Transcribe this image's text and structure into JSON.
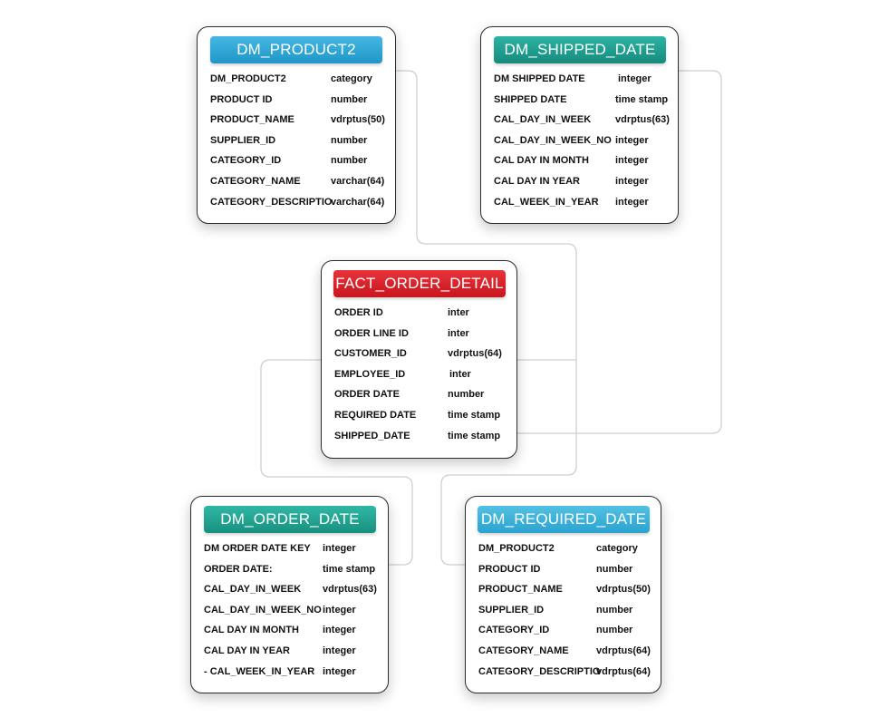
{
  "colors": {
    "fact_header": "#d9222b",
    "product_header": "#2aa0cf",
    "shipped_header": "#1e9c8e",
    "order_date_header": "#20a090",
    "required_header": "#39aed6",
    "connector": "#cfcfcf"
  },
  "tables": [
    {
      "id": "dm_product2",
      "title": "DM_PRODUCT2",
      "rows": [
        {
          "name": "DM_PRODUCT2",
          "type": "category"
        },
        {
          "name": "PRODUCT ID",
          "type": "number"
        },
        {
          "name": "PRODUCT_NAME",
          "type": "vdrptus(50)"
        },
        {
          "name": "SUPPLIER_ID",
          "type": "number"
        },
        {
          "name": "CATEGORY_ID",
          "type": "number"
        },
        {
          "name": "CATEGORY_NAME",
          "type": "varchar(64)"
        },
        {
          "name": "CATEGORY_DESCRIPTIO",
          "type": "varchar(64)"
        }
      ]
    },
    {
      "id": "dm_shipped_date",
      "title": "DM_SHIPPED_DATE",
      "rows": [
        {
          "name": "DM SHIPPED DATE",
          "type": "integer"
        },
        {
          "name": "SHIPPED DATE",
          "type": "time stamp"
        },
        {
          "name": "CAL_DAY_IN_WEEK",
          "type": "vdrptus(63)"
        },
        {
          "name": "CAL_DAY_IN_WEEK_NO",
          "type": "integer"
        },
        {
          "name": "CAL DAY IN MONTH",
          "type": "integer"
        },
        {
          "name": "CAL DAY IN YEAR",
          "type": "integer"
        },
        {
          "name": "CAL_WEEK_IN_YEAR",
          "type": "integer"
        }
      ]
    },
    {
      "id": "fact_order_detail",
      "title": "FACT_ORDER_DETAIL",
      "rows": [
        {
          "name": "ORDER ID",
          "type": "inter"
        },
        {
          "name": "ORDER LINE ID",
          "type": "inter"
        },
        {
          "name": "CUSTOMER_ID",
          "type": "vdrptus(64)"
        },
        {
          "name": "EMPLOYEE_ID",
          "type": "inter"
        },
        {
          "name": "ORDER DATE",
          "type": "number"
        },
        {
          "name": "REQUIRED DATE",
          "type": "time stamp"
        },
        {
          "name": "SHIPPED_DATE",
          "type": "time stamp"
        }
      ]
    },
    {
      "id": "dm_order_date",
      "title": "DM_ORDER_DATE",
      "rows": [
        {
          "name": "DM ORDER DATE KEY",
          "type": "integer"
        },
        {
          "name": "ORDER DATE:",
          "type": "time stamp"
        },
        {
          "name": "CAL_DAY_IN_WEEK",
          "type": "vdrptus(63)"
        },
        {
          "name": "CAL_DAY_IN_WEEK_NO",
          "type": "integer"
        },
        {
          "name": "CAL DAY IN MONTH",
          "type": "integer"
        },
        {
          "name": "CAL DAY IN YEAR",
          "type": "integer"
        },
        {
          "name": "- CAL_WEEK_IN_YEAR",
          "type": "integer"
        }
      ]
    },
    {
      "id": "dm_required_date",
      "title": "DM_REQUIRED_DATE",
      "rows": [
        {
          "name": "DM_PRODUCT2",
          "type": "category"
        },
        {
          "name": "PRODUCT ID",
          "type": "number"
        },
        {
          "name": "PRODUCT_NAME",
          "type": "vdrptus(50)"
        },
        {
          "name": "SUPPLIER_ID",
          "type": "number"
        },
        {
          "name": "CATEGORY_ID",
          "type": "number"
        },
        {
          "name": "CATEGORY_NAME",
          "type": "vdrptus(64)"
        },
        {
          "name": "CATEGORY_DESCRIPTIO",
          "type": "vdrptus(64)"
        }
      ]
    }
  ]
}
